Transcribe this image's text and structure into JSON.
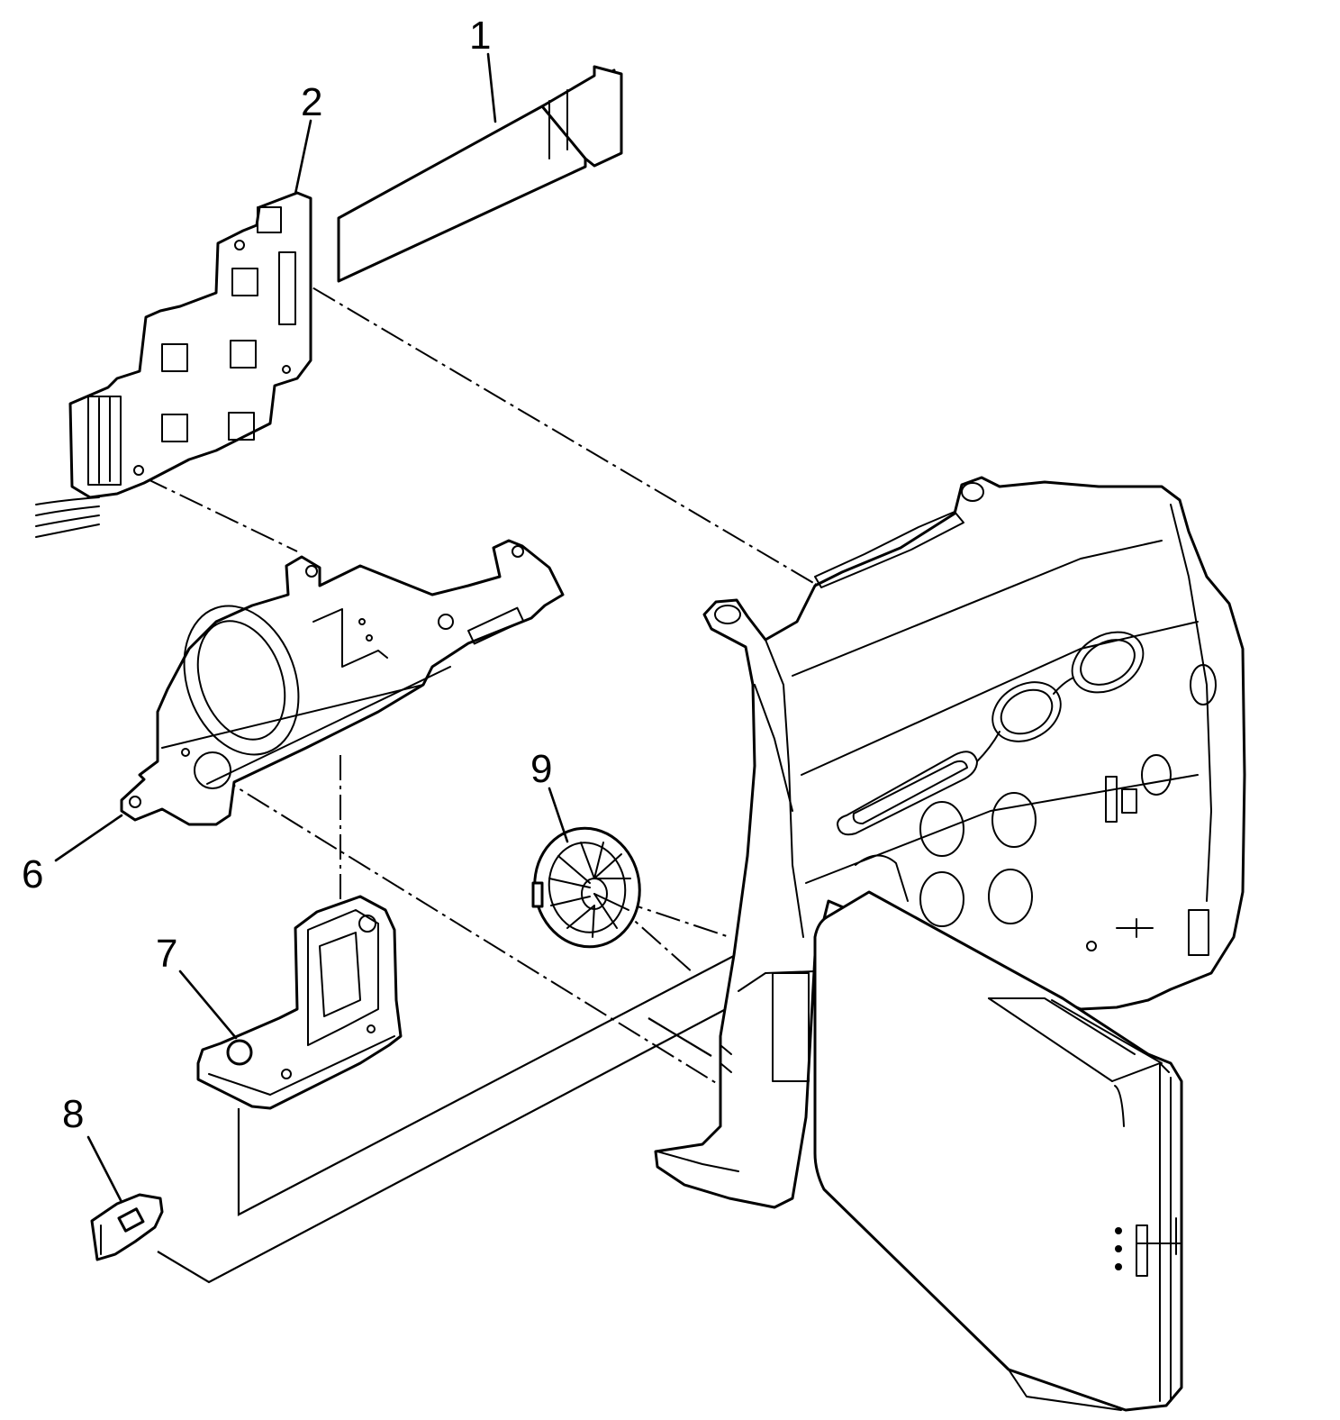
{
  "diagram": {
    "callouts": [
      {
        "number": "1",
        "part": "flexible-cable"
      },
      {
        "number": "2",
        "part": "control-board"
      },
      {
        "number": "6",
        "part": "metal-frame"
      },
      {
        "number": "7",
        "part": "bracket"
      },
      {
        "number": "8",
        "part": "small-switch"
      },
      {
        "number": "9",
        "part": "speaker"
      }
    ]
  }
}
